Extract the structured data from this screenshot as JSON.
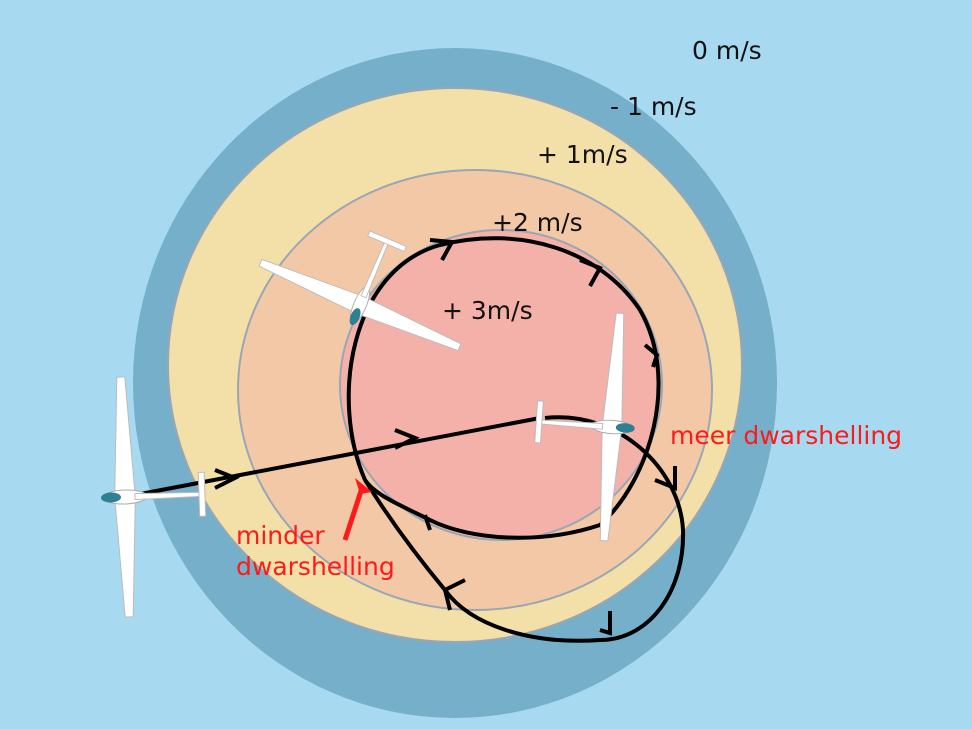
{
  "zones": [
    {
      "label": "0 m/s",
      "color": "#a7daf1"
    },
    {
      "label": "- 1 m/s",
      "color": "#76afca"
    },
    {
      "label": "+ 1m/s",
      "color": "#f3e0a9"
    },
    {
      "label": "+2 m/s",
      "color": "#f3c8a6"
    },
    {
      "label": "+ 3m/s",
      "color": "#f3b1a9"
    }
  ],
  "annotations": {
    "more_bank": "meer dwarshelling",
    "less_bank_line1": "minder",
    "less_bank_line2": "dwarshelling"
  },
  "colors": {
    "path": "#000000",
    "annotation": "#ff1a1a",
    "ring_border": "#9aa6b4"
  }
}
